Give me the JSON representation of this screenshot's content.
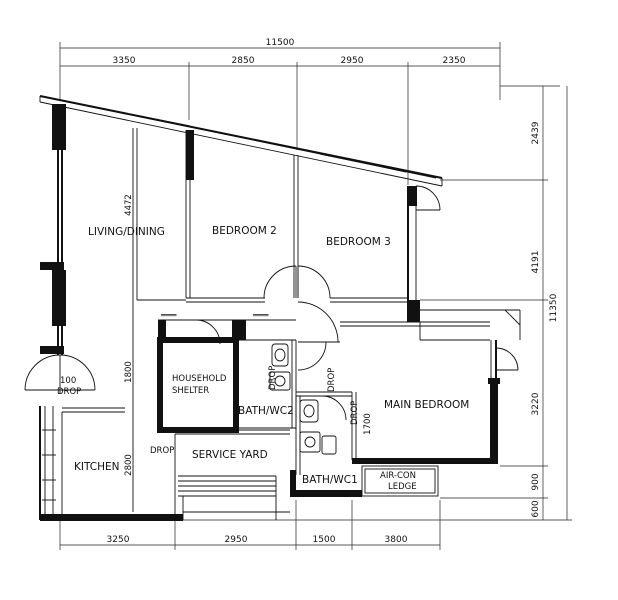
{
  "dimensions": {
    "top_total": "11500",
    "top": [
      "3350",
      "2850",
      "2950",
      "2350"
    ],
    "bottom": [
      "3250",
      "2950",
      "1500",
      "3800"
    ],
    "right_total": "11350",
    "right": [
      "2439",
      "4191",
      "3220",
      "900",
      "600"
    ],
    "inner": [
      "4472",
      "1800",
      "2800",
      "1700",
      "100"
    ]
  },
  "rooms": {
    "living_dining": "LIVING/DINING",
    "bedroom2": "BEDROOM 2",
    "bedroom3": "BEDROOM 3",
    "household_shelter_1": "HOUSEHOLD",
    "household_shelter_2": "SHELTER",
    "bath_wc2": "BATH/WC2",
    "main_bedroom": "MAIN BEDROOM",
    "kitchen": "KITCHEN",
    "service_yard": "SERVICE YARD",
    "bath_wc1": "BATH/WC1",
    "aircon_1": "AIR-CON",
    "aircon_2": "LEDGE"
  },
  "labels": {
    "drop": "DROP"
  }
}
